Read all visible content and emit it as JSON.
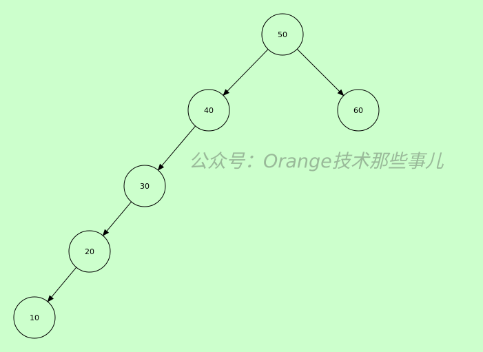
{
  "diagram": {
    "background": "#ccffcc",
    "nodes": [
      {
        "id": "n50",
        "label": "50"
      },
      {
        "id": "n40",
        "label": "40"
      },
      {
        "id": "n60",
        "label": "60"
      },
      {
        "id": "n30",
        "label": "30"
      },
      {
        "id": "n20",
        "label": "20"
      },
      {
        "id": "n10",
        "label": "10"
      }
    ],
    "edges": [
      {
        "from": "n50",
        "to": "n40"
      },
      {
        "from": "n50",
        "to": "n60"
      },
      {
        "from": "n40",
        "to": "n30"
      },
      {
        "from": "n30",
        "to": "n20"
      },
      {
        "from": "n20",
        "to": "n10"
      }
    ]
  },
  "watermark": {
    "text": "公众号：Orange技术那些事儿",
    "color": "#99b999"
  }
}
